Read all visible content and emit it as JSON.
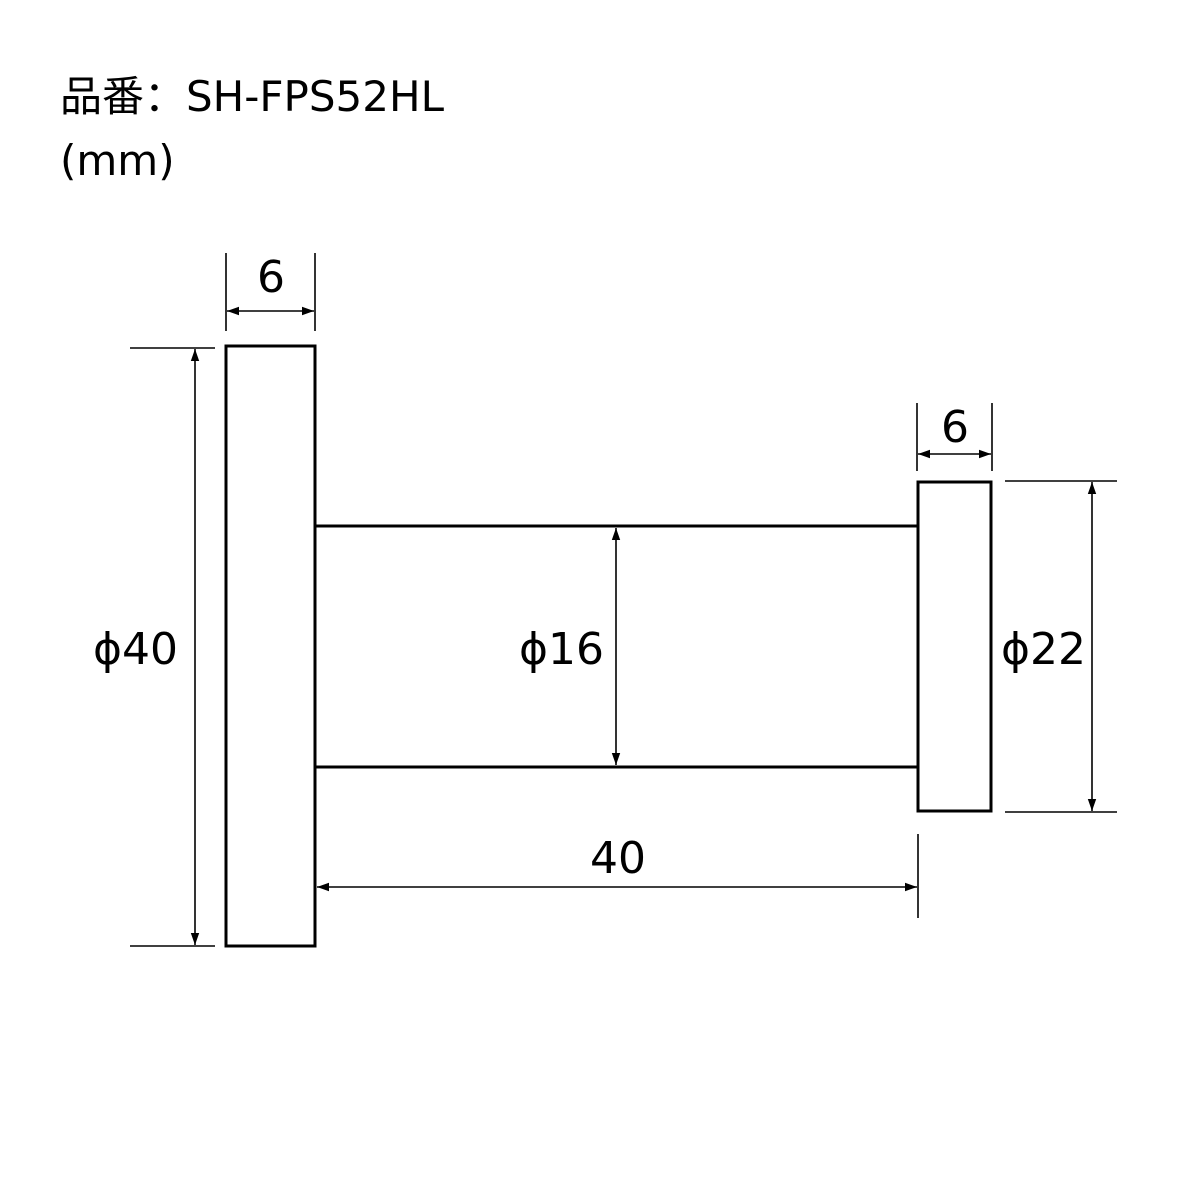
{
  "header": {
    "part_number_label": "品番：SH-FPS52HL",
    "unit_label": "(mm)"
  },
  "drawing": {
    "dimensions": {
      "base_thickness": "6",
      "base_diameter": "ϕ40",
      "shaft_diameter": "ϕ16",
      "shaft_length": "40",
      "cap_thickness": "6",
      "cap_diameter": "ϕ22"
    },
    "line_color": "#000000",
    "background_color": "#ffffff"
  }
}
